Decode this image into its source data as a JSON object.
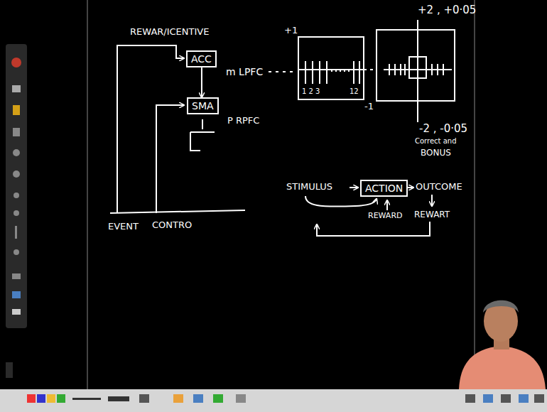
{
  "diagram": {
    "nodes": [
      {
        "text": [
          "ACC"
        ]
      },
      {
        "text": [
          "SMA"
        ]
      },
      {
        "text": [
          "ACTION"
        ]
      }
    ],
    "edges": [
      {
        "from": 0,
        "to": 1,
        "arrow": "to"
      }
    ],
    "labels": [
      "REWAR/ICENTIVE",
      "m LPFC",
      "P RPFC",
      "EVENT",
      "CONTRO",
      "+1",
      "-1",
      "1 2 3",
      "12",
      "+2 , +0·05",
      "-2 , -0·05",
      "Correct and",
      "BONUS",
      "STIMULUS",
      "OUTCOME",
      "REWARD",
      "REWART"
    ]
  }
}
